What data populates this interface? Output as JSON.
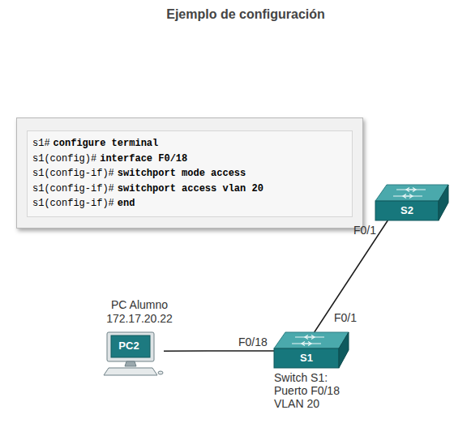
{
  "diagram": {
    "title": "Ejemplo de configuración",
    "nodes": [
      {
        "text": [
          "s1#",
          "configure terminal",
          "s1(config)#",
          "interface F0/18",
          "s1(config-if)#",
          "switchport mode access",
          "s1(config-if)#",
          "switchport access vlan 20",
          "s1(config-if)#",
          "end"
        ]
      },
      {
        "text": [
          "S2"
        ]
      },
      {
        "text": [
          "PC2"
        ]
      },
      {
        "text": [
          "S1"
        ]
      }
    ],
    "edges": [
      {
        "from": 2,
        "to": 3,
        "arrow": "none"
      },
      {
        "from": 3,
        "to": 1,
        "arrow": "none"
      }
    ],
    "labels": [
      "F0/1",
      "PC Alumno",
      "172.17.20.22",
      "F0/1",
      "F0/18",
      "Switch S1:",
      "Puerto F0/18",
      "VLAN 20"
    ]
  }
}
